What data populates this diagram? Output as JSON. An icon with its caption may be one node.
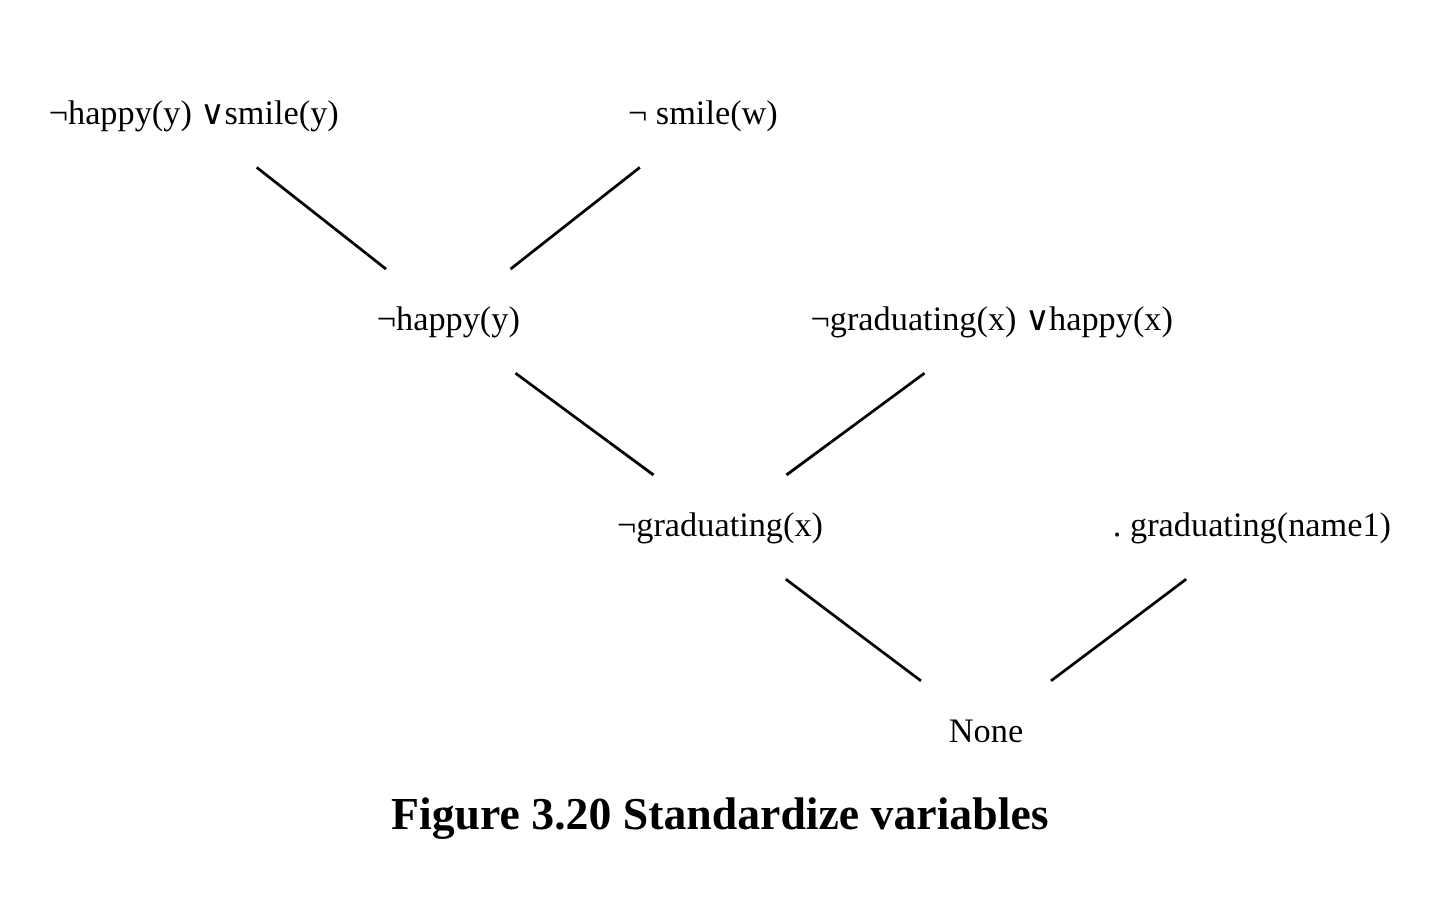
{
  "diagram": {
    "caption": "Figure 3.20 Standardize variables",
    "nodes": [
      {
        "text": [
          "¬happy(y) ∨smile(y)"
        ]
      },
      {
        "text": [
          "¬ smile(w)"
        ]
      },
      {
        "text": [
          "¬graduating(x) ∨happy(x)"
        ]
      },
      {
        "text": [
          "¬happy(y)"
        ]
      },
      {
        "text": [
          ". graduating(name1)"
        ]
      },
      {
        "text": [
          "¬graduating(x)"
        ]
      },
      {
        "text": [
          "None"
        ]
      }
    ],
    "edges": [
      {
        "from": 0,
        "to": 3,
        "arrow": "none"
      },
      {
        "from": 1,
        "to": 3,
        "arrow": "none"
      },
      {
        "from": 2,
        "to": 5,
        "arrow": "none"
      },
      {
        "from": 3,
        "to": 5,
        "arrow": "none"
      },
      {
        "from": 4,
        "to": 6,
        "arrow": "none"
      },
      {
        "from": 5,
        "to": 6,
        "arrow": "none"
      }
    ]
  }
}
